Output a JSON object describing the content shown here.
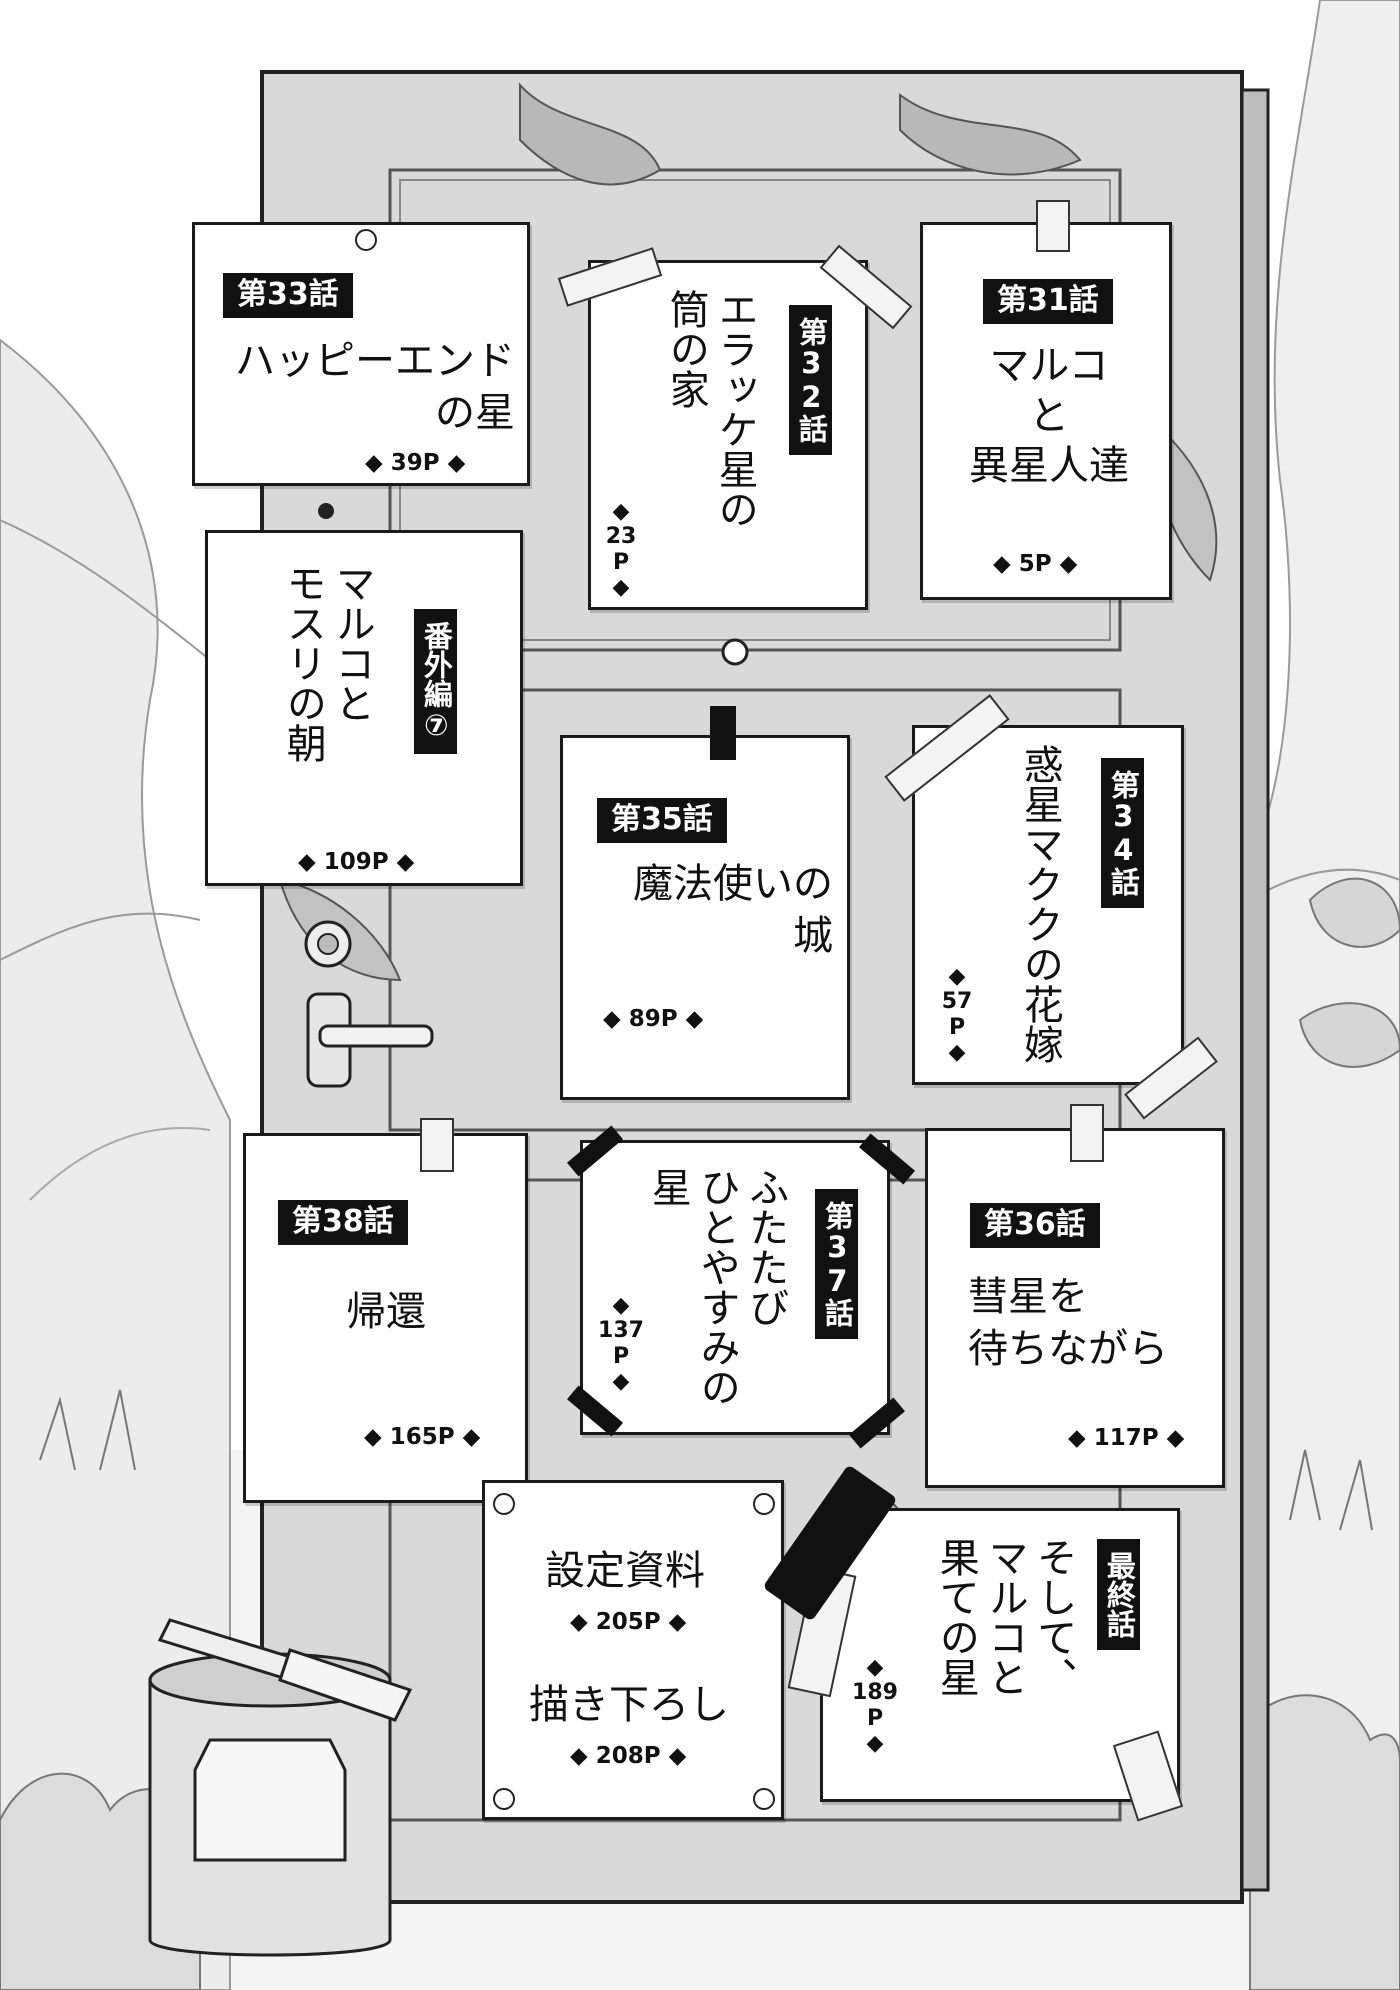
{
  "chapters": [
    {
      "badge": "第33話",
      "title": "ハッピーエンド\nの星",
      "page": "◆ 39P ◆"
    },
    {
      "badge": "第32話",
      "title": "エラッケ星の\n筒の家",
      "page": "◆\n23\nP\n◆"
    },
    {
      "badge": "第31話",
      "title": "マルコ\nと\n異星人達",
      "page": "◆ 5P ◆"
    },
    {
      "badge": "番外編⑦",
      "title": "マルコと\nモスリの朝",
      "page": "◆ 109P ◆"
    },
    {
      "badge": "第35話",
      "title": "魔法使いの\n城",
      "page": "◆ 89P ◆"
    },
    {
      "badge": "第34話",
      "title": "惑星マククの花嫁",
      "page": "◆\n57\nP\n◆"
    },
    {
      "badge": "第38話",
      "title": "帰還",
      "page": "◆ 165P ◆"
    },
    {
      "badge": "第37話",
      "title": "ふたたび\nひとやすみの\n星",
      "page": "◆\n137\nP\n◆"
    },
    {
      "badge": "第36話",
      "title": "彗星を\n待ちながら",
      "page": "◆ 117P ◆"
    },
    {
      "badge": "最終話",
      "title": "そして、\nマルコと\n果ての星",
      "page": "◆\n189\nP\n◆"
    }
  ],
  "extras": [
    {
      "title": "設定資料",
      "page": "◆ 205P ◆"
    },
    {
      "title": "描き下ろし",
      "page": "◆ 208P ◆"
    }
  ]
}
